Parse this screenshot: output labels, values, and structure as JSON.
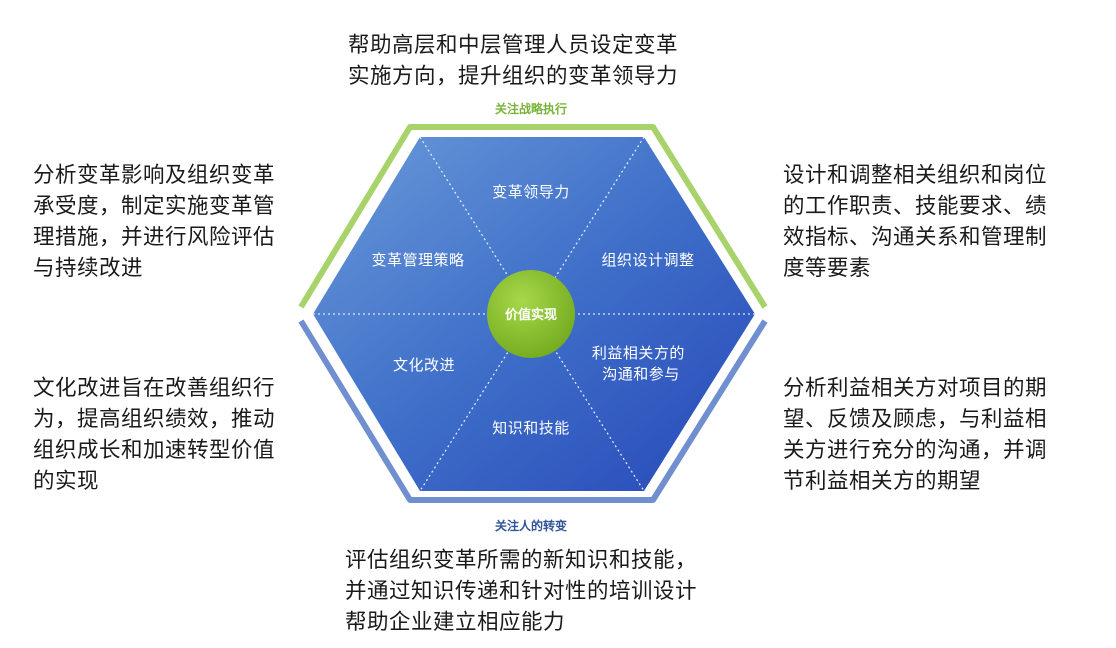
{
  "top_band": {
    "label": "关注战略执行",
    "color": "#8cc63f"
  },
  "bottom_band": {
    "label": "关注人的转变",
    "color": "#2f5597"
  },
  "center": {
    "label": "价值实现",
    "color": "#8cbf26"
  },
  "segments": [
    {
      "label": "变革领导力"
    },
    {
      "label": "组织设计调整"
    },
    {
      "label_lines": [
        "利益相关方的",
        "沟通和参与"
      ]
    },
    {
      "label": "知识和技能"
    },
    {
      "label": "文化改进"
    },
    {
      "label": "变革管理策略"
    }
  ],
  "descriptions": {
    "top": "帮助高层和中层管理人员设定变革\n实施方向，提升组织的变革领导力",
    "right_upper": "设计和调整相关组织和岗位\n的工作职责、技能要求、绩\n效指标、沟通关系和管理制\n度等要素",
    "right_lower": "分析利益相关方对项目的期\n望、反馈及顾虑，与利益相\n关方进行充分的沟通，并调\n节利益相关方的期望",
    "bottom": "评估组织变革所需的新知识和技能，\n并通过知识传递和针对性的培训设计\n帮助企业建立相应能力",
    "left_lower": "文化改进旨在改善组织行\n为，提高组织绩效，推动\n组织成长和加速转型价值\n的实现",
    "left_upper": "分析变革影响及组织变革\n承受度，制定实施变革管\n理措施，并进行风险评估\n与持续改进"
  }
}
